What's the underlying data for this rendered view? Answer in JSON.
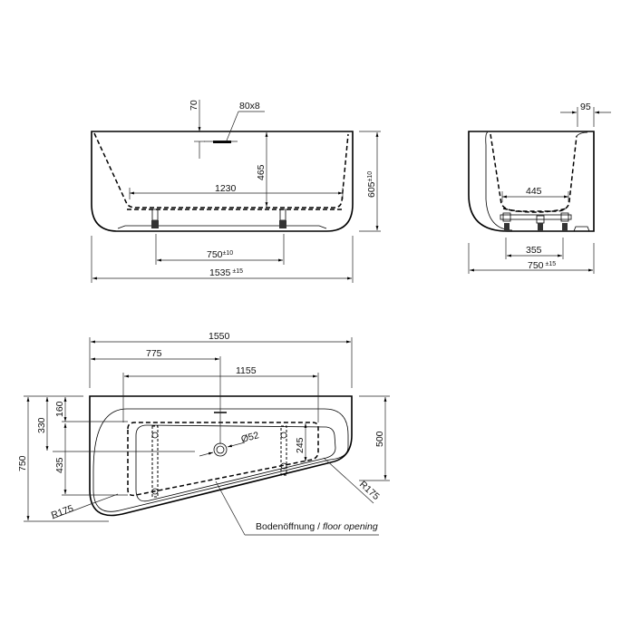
{
  "drawing": {
    "title": "Bathtub technical dimension drawing",
    "units": "mm",
    "front_view": {
      "overflow_offset": "70",
      "overflow_size": "80x8",
      "inner_depth": "465",
      "inner_length": "1230",
      "height": "605",
      "height_tolerance": "±10",
      "feet_spacing": "750",
      "feet_spacing_tolerance": "±10",
      "overall_length": "1535",
      "overall_length_tolerance": "±15"
    },
    "side_view": {
      "rim_width": "95",
      "inner_width": "445",
      "feet_spacing": "355",
      "overall_width": "750",
      "overall_width_tolerance": "±15"
    },
    "top_view": {
      "overall_length": "1550",
      "drain_offset": "775",
      "opening_length": "1155",
      "overall_depth": "750",
      "drain_depth": "330",
      "opening_top_offset": "160",
      "opening_depth_left": "435",
      "opening_depth_right": "245",
      "right_side_depth": "500",
      "drain_diameter": "Ø52",
      "radius_left": "R175",
      "radius_right": "R175",
      "callout_de": "Bodenöffnung / ",
      "callout_en": "floor opening"
    }
  }
}
